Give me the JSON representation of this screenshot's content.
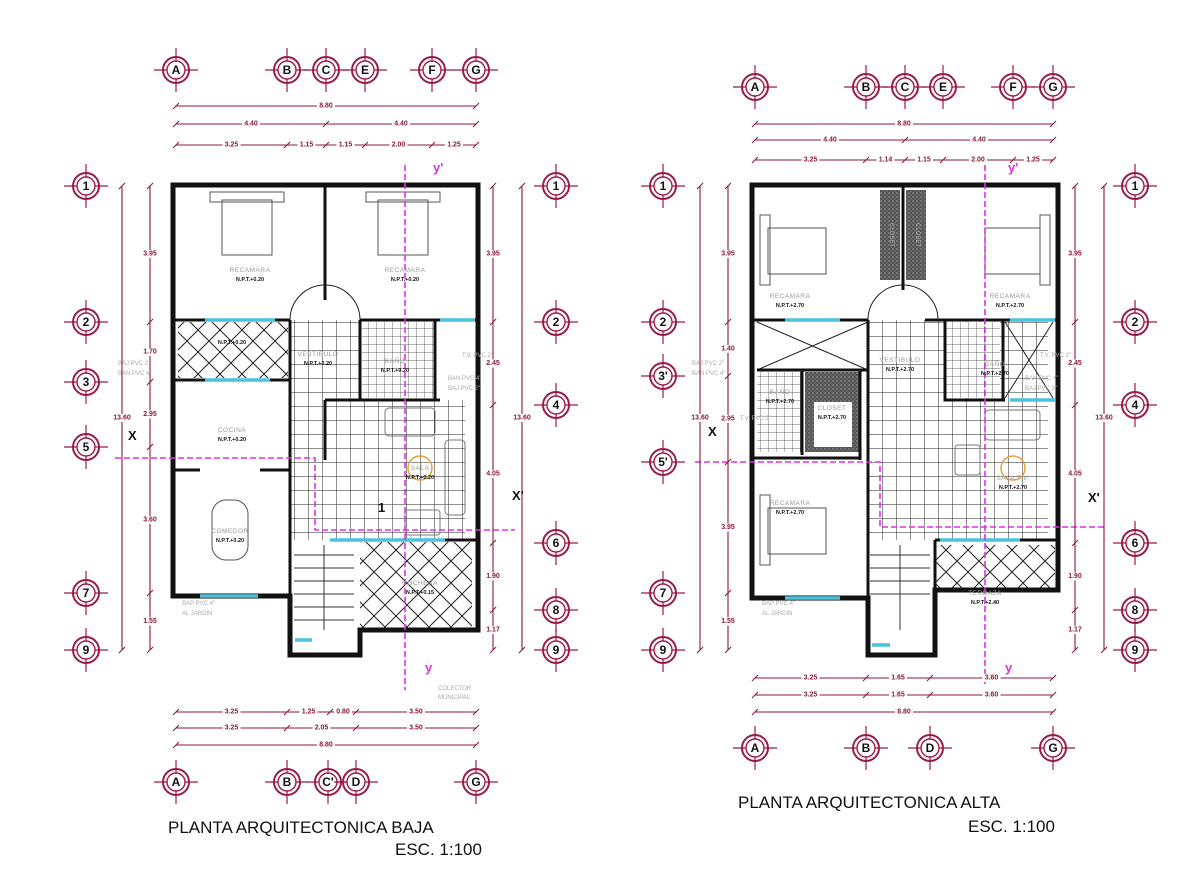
{
  "colors": {
    "grid_bubble": "#9b1b45",
    "dimension": "#8b1a3a",
    "section_line": "#e030e0",
    "window": "#4cc3dd",
    "wall": "#111111"
  },
  "plans": [
    {
      "id": "baja",
      "title": "PLANTA ARQUITECTONICA  BAJA",
      "scale": "ESC. 1:100",
      "grid_top": [
        "A",
        "B",
        "C",
        "E",
        "F",
        "G"
      ],
      "grid_bottom": [
        "A",
        "B",
        "C'",
        "D",
        "G"
      ],
      "grid_left": [
        "1",
        "2",
        "3",
        "5",
        "7",
        "9"
      ],
      "grid_right": [
        "1",
        "2",
        "4",
        "6",
        "8",
        "9"
      ],
      "dims_top": [
        [
          "8.80"
        ],
        [
          "4.40",
          "4.40"
        ],
        [
          "3.25",
          "1.15",
          "1.15",
          "2.00",
          "1.25"
        ]
      ],
      "dims_bottom": [
        [
          "3.25",
          "1.25",
          "0.80",
          "3.50"
        ],
        [
          "3.25",
          "2.05",
          "3.50"
        ],
        [
          "8.80"
        ]
      ],
      "dims_left_total": "13.60",
      "dims_left": [
        "3.95",
        "1.70",
        "2.95",
        "3.60",
        "1.55"
      ],
      "dims_right_total": "13.60",
      "dims_right": [
        "3.95",
        "2.45",
        "4.05",
        "1.90",
        "1.17"
      ],
      "rooms": [
        {
          "name": "RECAMARA",
          "level": "N.P.T.+0.20"
        },
        {
          "name": "RECAMARA",
          "level": "N.P.T.+0.20"
        },
        {
          "name": "",
          "level": "N.P.T.+0.20"
        },
        {
          "name": "VESTIBULO",
          "level": "N.P.T.+0.20"
        },
        {
          "name": "BAÑO",
          "level": "N.P.T.+0.20"
        },
        {
          "name": "COCINA",
          "level": "N.P.T.+0.20"
        },
        {
          "name": "SALA",
          "level": "N.P.T.+0.20"
        },
        {
          "name": "COMEDOR",
          "level": "N.P.T.+0.20"
        },
        {
          "name": "COCHERA",
          "level": "N.P.T.+0.15"
        }
      ],
      "notes": [
        "BAJ PVC 2\"",
        "BAN PVC 4\"",
        "T.V. PVC 2\"",
        "BAN PVC 4\"",
        "BAJ PVC 2\"",
        "BAP PVC 4\"",
        "AL JARDIN",
        "COLECTOR",
        "MUNICIPAL",
        "1"
      ],
      "sections": {
        "x": "X",
        "x2": "X'",
        "y": "y",
        "y2": "y'"
      }
    },
    {
      "id": "alta",
      "title": "PLANTA ARQUITECTONICA  ALTA",
      "scale": "ESC. 1:100",
      "grid_top": [
        "A",
        "B",
        "C",
        "E",
        "F",
        "G"
      ],
      "grid_bottom": [
        "A",
        "B",
        "D",
        "G"
      ],
      "grid_left": [
        "1",
        "2",
        "3'",
        "5'",
        "7",
        "9"
      ],
      "grid_right": [
        "1",
        "2",
        "4",
        "6",
        "8",
        "9"
      ],
      "dims_top": [
        [
          "8.80"
        ],
        [
          "4.40",
          "4.40"
        ],
        [
          "3.25",
          "1.14",
          "1.15",
          "2.00",
          "1.25"
        ]
      ],
      "dims_bottom": [
        [
          "3.25",
          "1.65",
          "3.60"
        ],
        [
          "3.25",
          "1.65",
          "3.60"
        ],
        [
          "8.80"
        ]
      ],
      "dims_left_total": "13.60",
      "dims_left": [
        "3.95",
        "1.40",
        "2.95",
        "3.95",
        "1.55"
      ],
      "dims_right_total": "13.60",
      "dims_right": [
        "3.95",
        "2.45",
        "4.05",
        "1.90",
        "1.17"
      ],
      "rooms": [
        {
          "name": "RECAMARA",
          "level": "N.P.T.+2.70"
        },
        {
          "name": "RECAMARA",
          "level": "N.P.T.+2.70"
        },
        {
          "name": "VESTIBULO",
          "level": "N.P.T.+2.70"
        },
        {
          "name": "BAÑO",
          "level": "N.P.T.+2.70"
        },
        {
          "name": "BAÑO",
          "level": "N.P.T.+2.70"
        },
        {
          "name": "CLOSET",
          "level": "N.P.T.+2.70"
        },
        {
          "name": "SALA T.V.",
          "level": "N.P.T.+2.70"
        },
        {
          "name": "RECAMARA",
          "level": "N.P.T.+2.70"
        },
        {
          "name": "TERRAZA",
          "level": "N.P.T.+2.40"
        }
      ],
      "closets": [
        "CLOSET",
        "CLOSET"
      ],
      "notes": [
        "BAJ PVC 2\"",
        "BAN PVC 4\"",
        "T.V. PVC 2\"",
        "T.V. PVC 2\"",
        "BAN PVC 4\"",
        "BAJ PVC 2\"",
        "BAP PVC 4\"",
        "AL JARDIN"
      ],
      "sections": {
        "x": "X",
        "x2": "X'",
        "y": "y",
        "y2": "y'"
      }
    }
  ]
}
